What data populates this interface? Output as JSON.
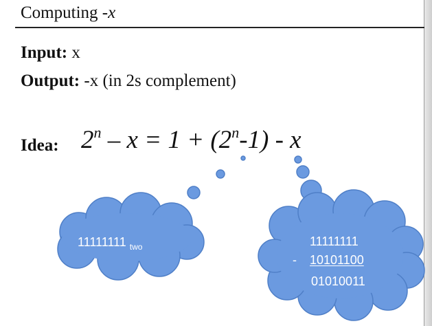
{
  "title": {
    "text": "Computing ",
    "var": "-x"
  },
  "input": {
    "label": "Input:",
    "value": " x"
  },
  "output": {
    "label": "Output:",
    "value": " -x (in 2s complement)"
  },
  "idea": {
    "label": "Idea:",
    "formula": {
      "part1": "2",
      "exp1": "n",
      "part2": " – x = 1 + (2",
      "exp2": "n",
      "part3": "-1) - x"
    }
  },
  "left_cloud": {
    "value": "11111111",
    "subscript": "two"
  },
  "right_cloud": {
    "line1": "11111111",
    "minus": "-",
    "line2": "10101100",
    "line3": "01010011"
  },
  "colors": {
    "cloud_fill": "#6b9ae0",
    "cloud_stroke": "#4f7fc7",
    "text": "#111111"
  }
}
